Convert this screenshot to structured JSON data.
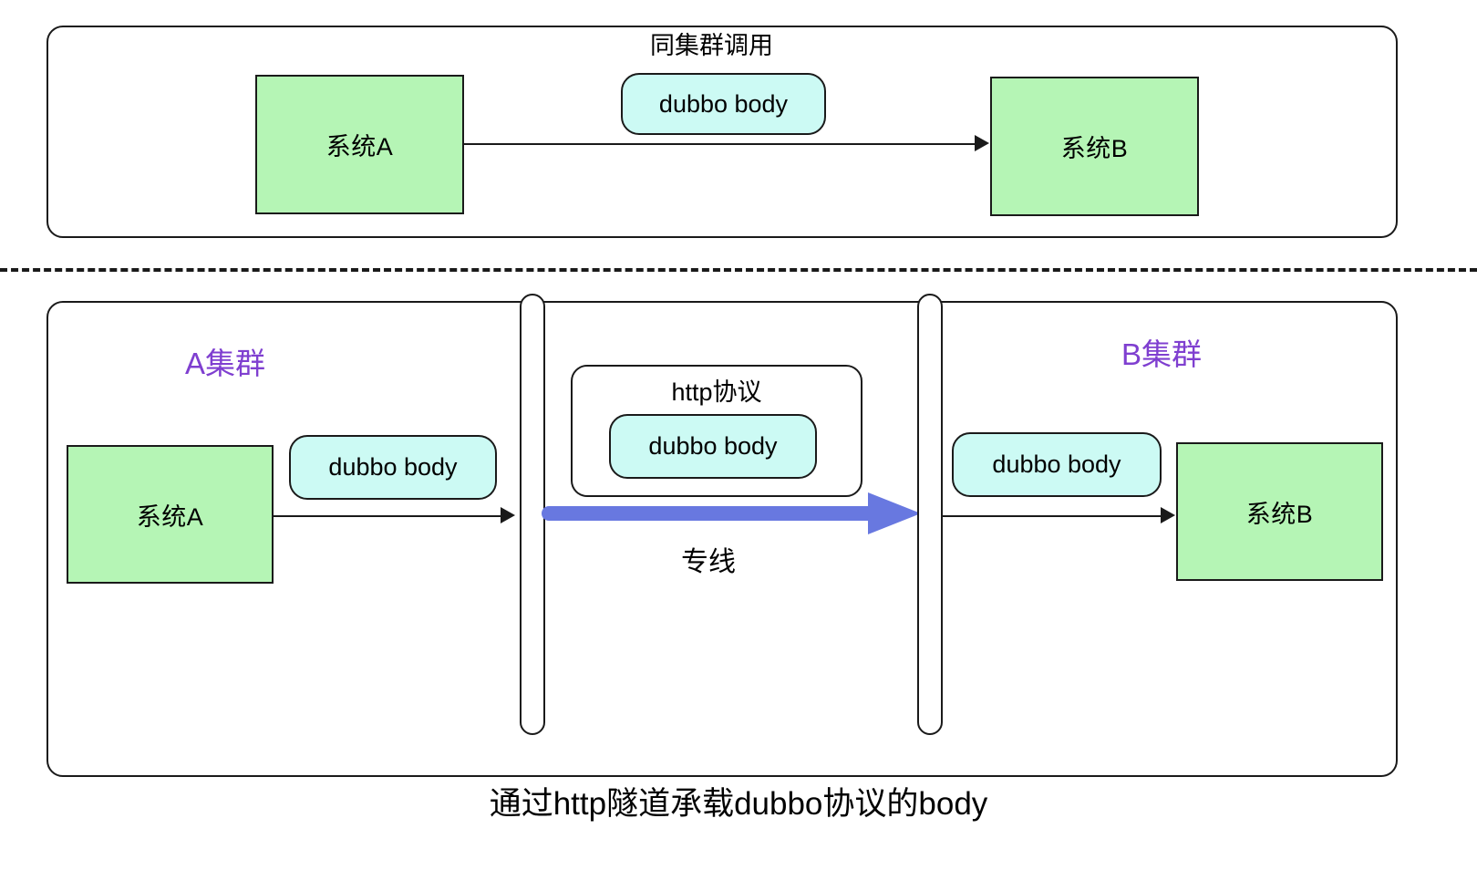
{
  "diagram": {
    "caption": "通过http隧道承载dubbo协议的body",
    "colors": {
      "green": "#b5f5b5",
      "cyan": "#ccfaf4",
      "blue": "#6878e0",
      "purple": "#7f3fd0",
      "stroke": "#1a1a1a",
      "background": "#ffffff"
    },
    "top_panel": {
      "title": "同集群调用",
      "system_a": "系统A",
      "system_b": "系统B",
      "payload": "dubbo body"
    },
    "bottom_panel": {
      "cluster_a_label": "A集群",
      "cluster_b_label": "B集群",
      "system_a": "系统A",
      "system_b": "系统B",
      "payload_left": "dubbo body",
      "payload_center": "dubbo body",
      "payload_right": "dubbo body",
      "protocol_wrapper": "http协议",
      "tunnel_label": "专线"
    }
  }
}
